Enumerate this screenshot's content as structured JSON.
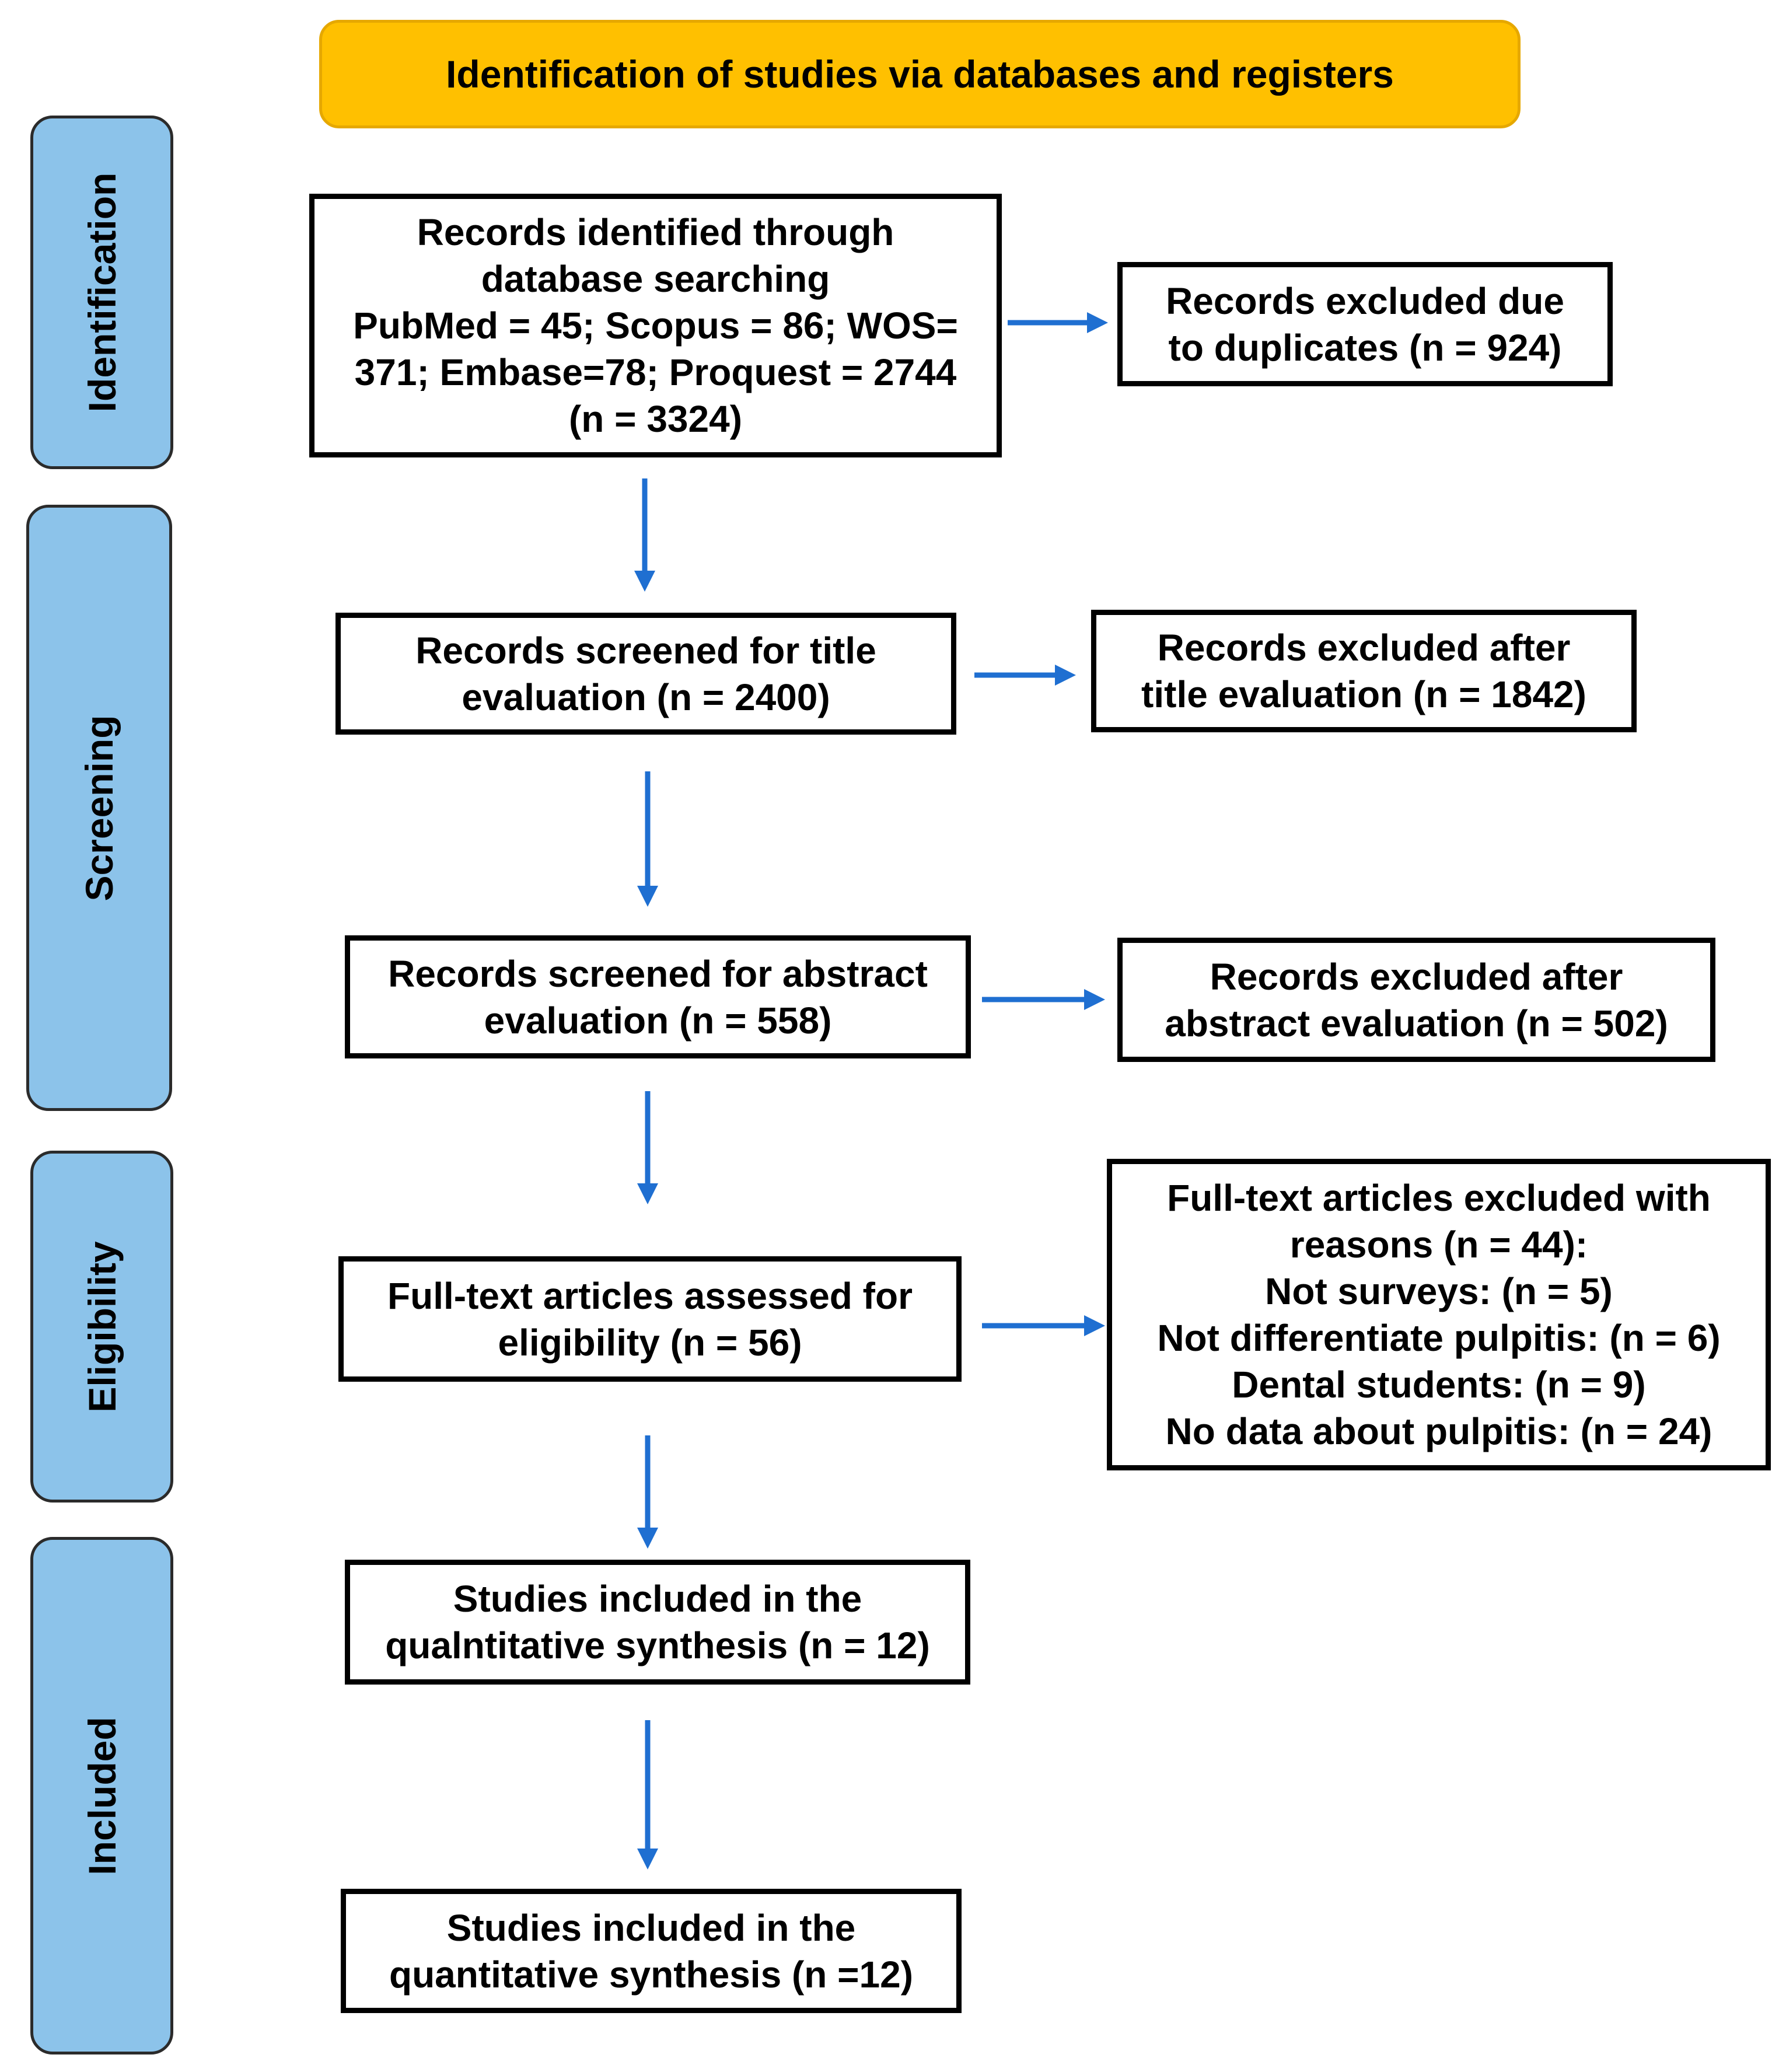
{
  "colors": {
    "header_fill": "#ffc000",
    "phase_fill": "#8cc3ea",
    "arrow": "#1f6fd1",
    "box_border": "#000000"
  },
  "header": {
    "title": "Identification  of studies via databases and registers"
  },
  "phases": [
    {
      "id": "identification",
      "label": "Identification"
    },
    {
      "id": "screening",
      "label": "Screening"
    },
    {
      "id": "eligibility",
      "label": "Eligibility"
    },
    {
      "id": "included",
      "label": "Included"
    }
  ],
  "boxes": {
    "identified": {
      "lines": [
        "Records identified through",
        "database searching",
        "PubMed = 45;  Scopus = 86;  WOS=",
        "371;  Embase=78;  Proquest = 2744",
        "(n = 3324)"
      ]
    },
    "duplicates_excluded": {
      "lines": [
        "Records excluded due",
        "to duplicates (n = 924)"
      ]
    },
    "title_screened": {
      "lines": [
        "Records screened for title",
        "evaluation (n = 2400)"
      ]
    },
    "title_excluded": {
      "lines": [
        "Records excluded after",
        "title evaluation (n = 1842)"
      ]
    },
    "abstract_screened": {
      "lines": [
        "Records screened for abstract",
        "evaluation (n = 558)"
      ]
    },
    "abstract_excluded": {
      "lines": [
        "Records excluded after",
        "abstract evaluation (n = 502)"
      ]
    },
    "fulltext_assessed": {
      "lines": [
        "Full-text articles assessed for",
        "eligibility (n = 56)"
      ]
    },
    "fulltext_excluded": {
      "lines": [
        "Full-text articles excluded with",
        "reasons (n = 44):",
        "Not surveys:  (n = 5)",
        "Not differentiate pulpitis: (n = 6)",
        "Dental students: (n = 9)",
        "No data about pulpitis:  (n = 24)"
      ]
    },
    "qualitative": {
      "lines": [
        "Studies included in the",
        "qualntitative synthesis (n = 12)"
      ]
    },
    "quantitative": {
      "lines": [
        "Studies included in the",
        "quantitative synthesis (n =12)"
      ]
    }
  }
}
